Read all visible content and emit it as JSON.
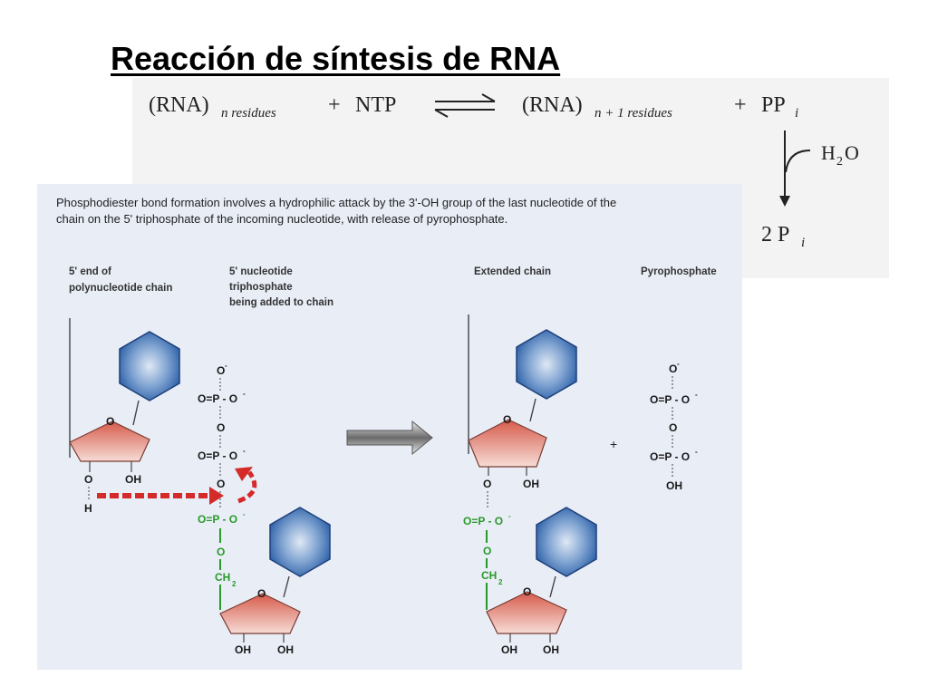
{
  "slide": {
    "title": "Reacción de síntesis de RNA"
  },
  "equation": {
    "lhs_term": "(RNA)",
    "lhs_sub": "n residues",
    "plus1": "+",
    "reactant2": "NTP",
    "rhs_term": "(RNA)",
    "rhs_sub": "n + 1 residues",
    "plus2": "+",
    "product2": "PP",
    "product2_sub": "i",
    "water_H": "H",
    "water_sub": "2",
    "water_O": "O",
    "final": "2 P",
    "final_sub": "i"
  },
  "figure": {
    "caption_line1": "Phosphodiester bond formation involves a hydrophilic attack by the 3'-OH group of the last nucleotide of the",
    "caption_line2": "chain on the 5' triphosphate of the incoming nucleotide, with release of pyrophosphate.",
    "label_5prime_end": [
      "5' end of",
      "polynucleotide chain"
    ],
    "label_nucleotide": [
      "5' nucleotide",
      "triphosphate",
      "being added to chain"
    ],
    "label_extended": "Extended chain",
    "label_pyrophosphate": "Pyrophosphate",
    "atoms": {
      "O": "O",
      "OH": "OH",
      "H": "H",
      "CH": "CH",
      "sub2": "2",
      "P_eq": "O=P - O",
      "minus": "-",
      "plus": "+"
    },
    "colors": {
      "base_hex": "#3a6fb0",
      "sugar": "#d9685a",
      "bond_green": "#2a9a2a",
      "attack_arrow": "#d42a2a",
      "panel_bg": "#e8edf6"
    }
  }
}
